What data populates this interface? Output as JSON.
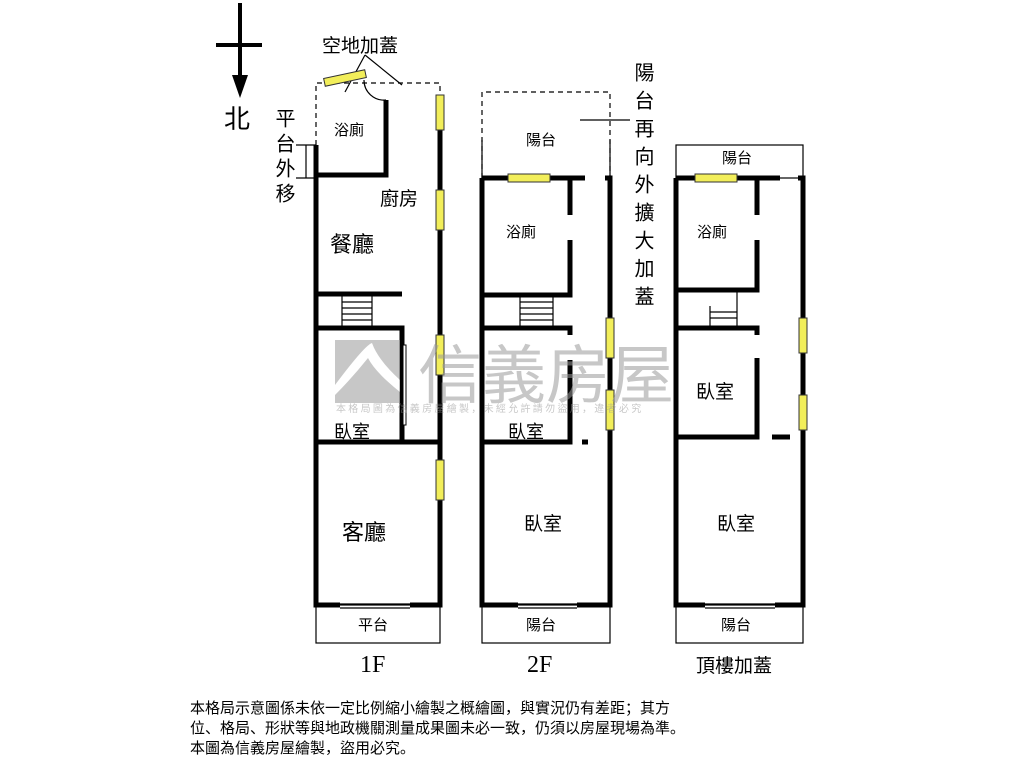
{
  "compass": {
    "north": "北"
  },
  "annotations": {
    "vacant_addition": "空地加蓋",
    "platform_moved": "平台外移",
    "balcony_extended": "陽台再向外擴大加蓋"
  },
  "floors": [
    {
      "label": "1F",
      "rooms": [
        "浴廁",
        "廚房",
        "餐廳",
        "臥室",
        "客廳",
        "平台"
      ]
    },
    {
      "label": "2F",
      "rooms": [
        "陽台",
        "浴廁",
        "臥室",
        "臥室",
        "陽台"
      ]
    },
    {
      "label": "頂樓加蓋",
      "rooms": [
        "陽台",
        "浴廁",
        "臥室",
        "臥室",
        "陽台"
      ]
    }
  ],
  "watermark": {
    "brand": "信義房屋",
    "text": "本格局圖為信義房屋繪製，未經允許請勿盜用，違者必究"
  },
  "disclaimer": [
    "本格局示意圖係未依一定比例縮小繪製之概繪圖，與實況仍有差距；其方",
    "位、格局、形狀等與地政機關測量成果圖未必一致，仍須以房屋現場為準。",
    "本圖為信義房屋繪製，盜用必究。"
  ],
  "colors": {
    "window": "#f2ee5a",
    "watermark": "#9a9a9a"
  }
}
